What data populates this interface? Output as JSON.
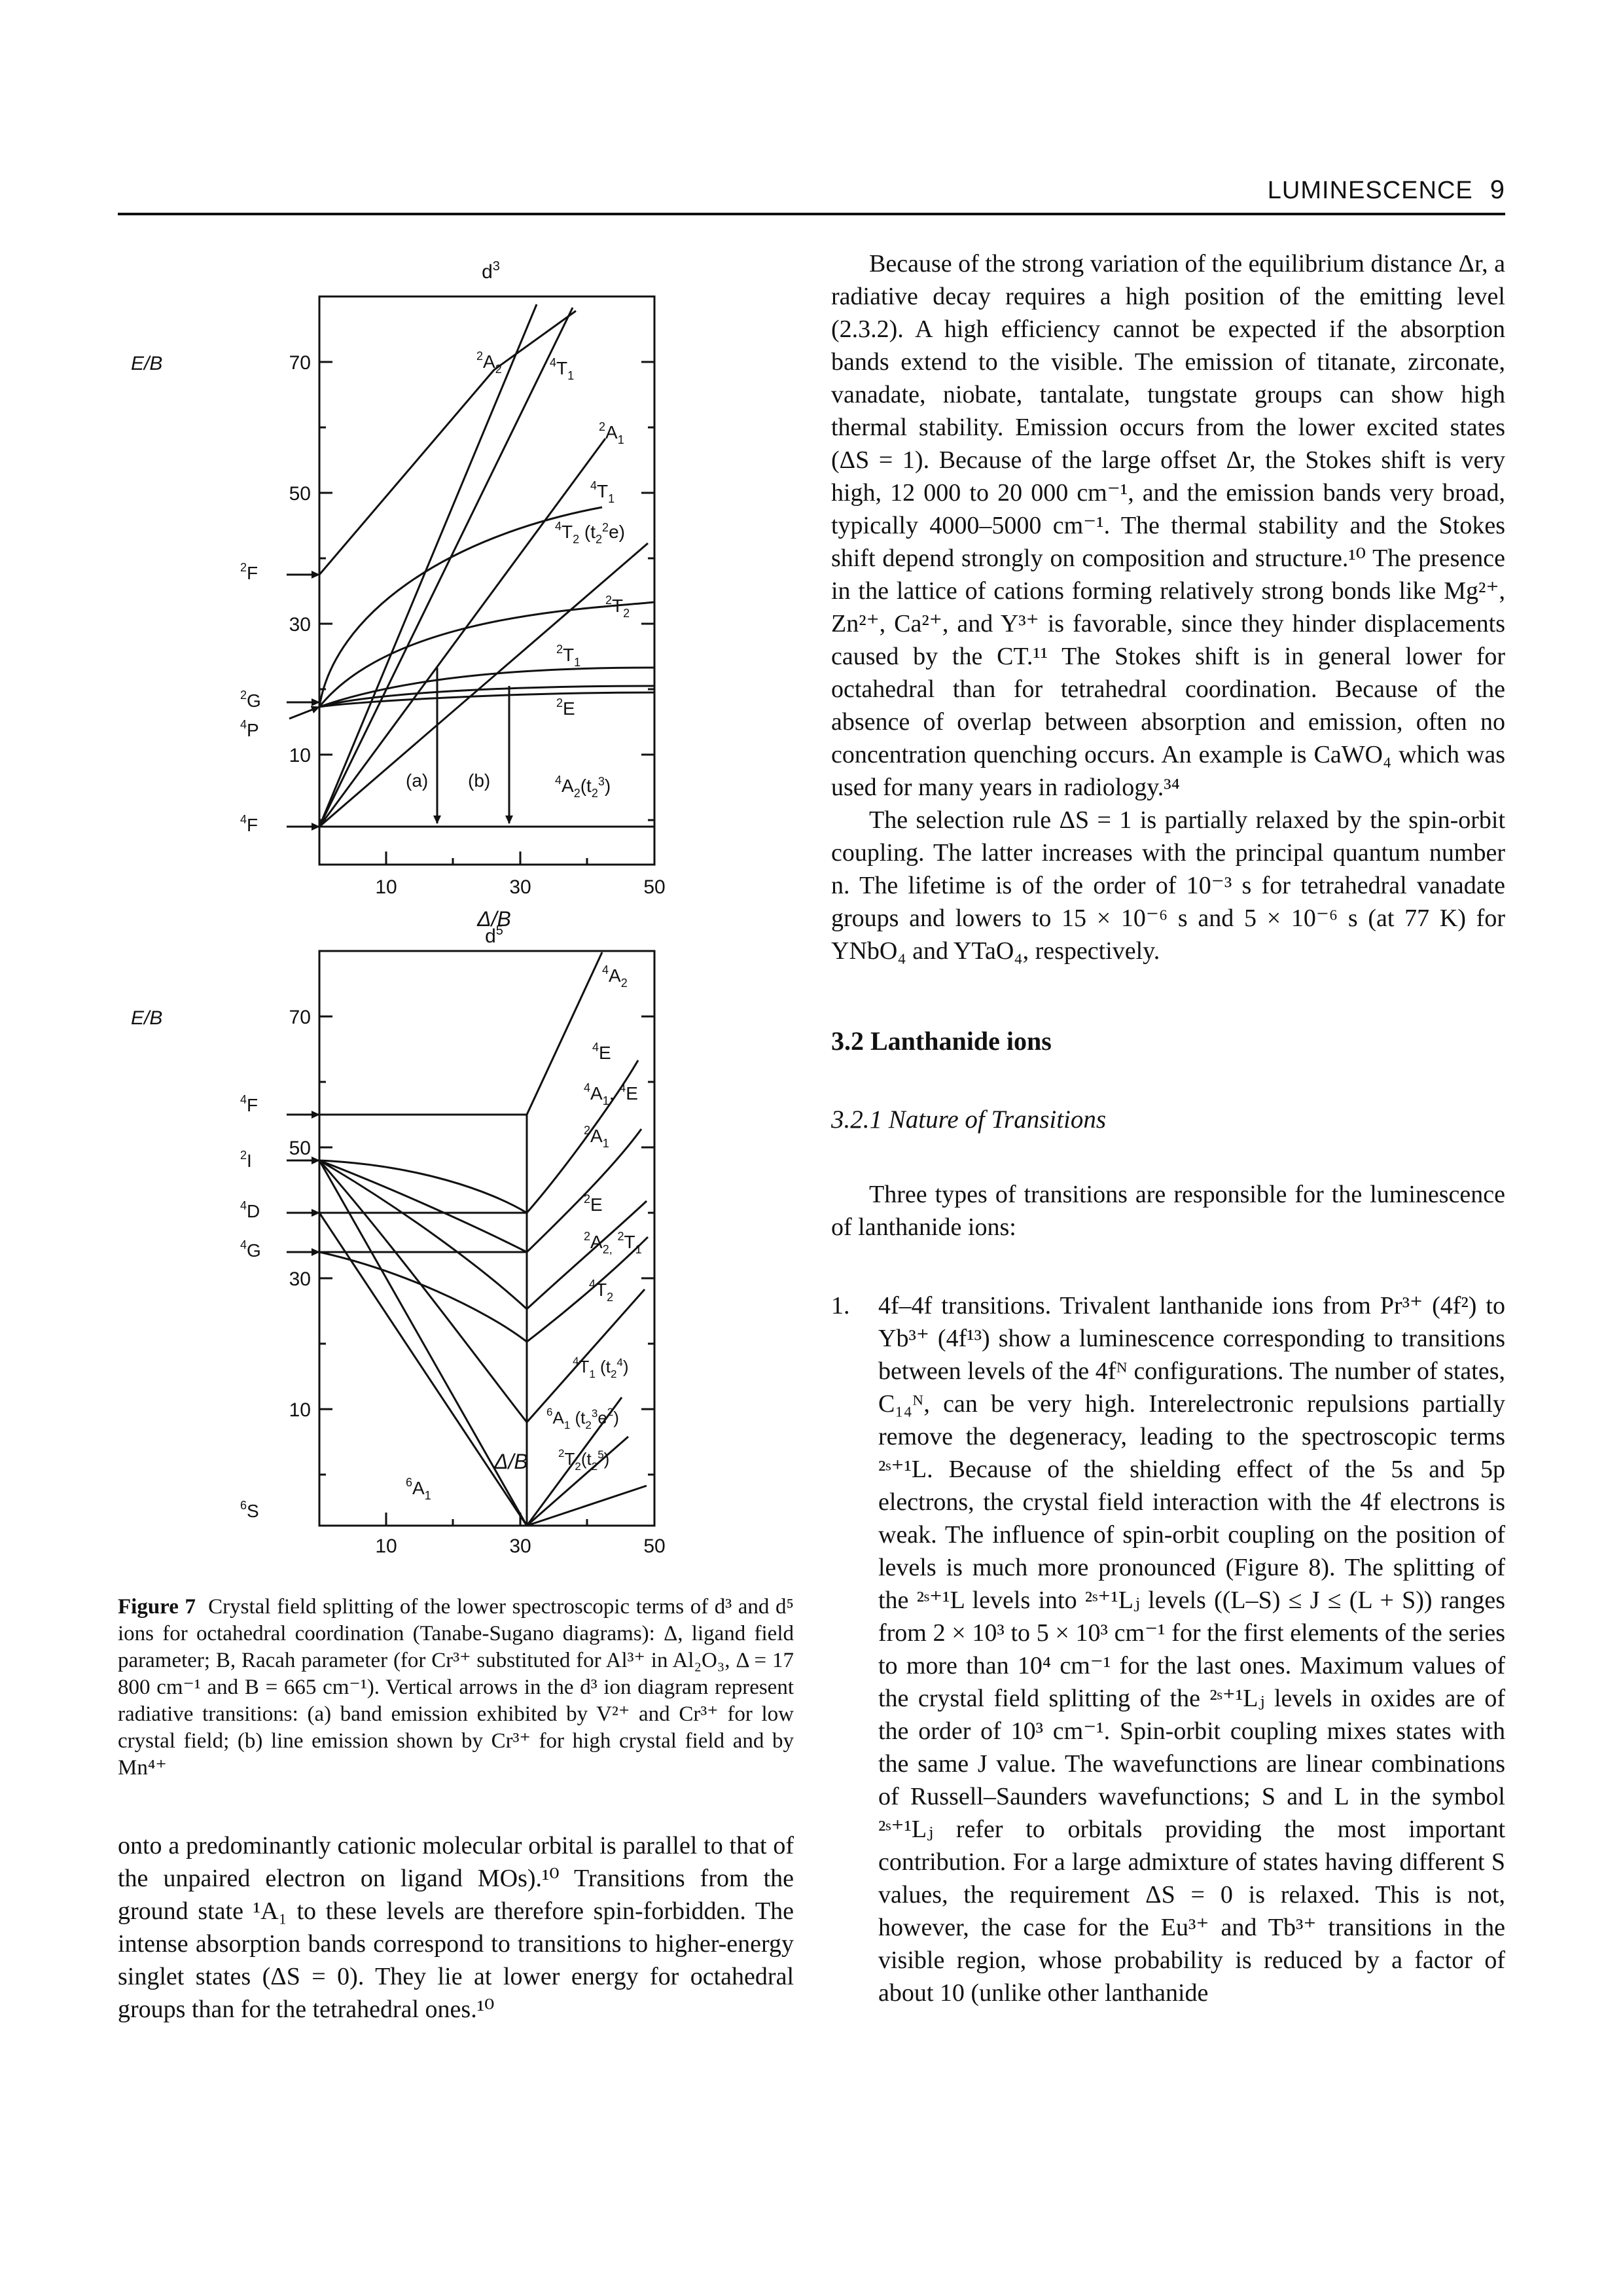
{
  "header": {
    "title": "LUMINESCENCE",
    "page_number": "9"
  },
  "figure": {
    "d3": {
      "title": "d3",
      "y_axis_label": "E/B",
      "x_axis_label": "Δ/B",
      "y_ticks": [
        "70",
        "50",
        "30",
        "10"
      ],
      "x_ticks": [
        "10",
        "30",
        "50"
      ],
      "free_ion_terms": [
        "2F",
        "2G",
        "4P",
        "4F"
      ],
      "curve_labels": [
        "2A2",
        "4T1",
        "2A1",
        "4T1",
        "4T2 (t22e)",
        "2T2",
        "2T1",
        "2E",
        "4A2(t23)"
      ],
      "arrow_labels": [
        "(a)",
        "(b)"
      ]
    },
    "d5": {
      "title": "d5",
      "y_axis_label": "E/B",
      "x_axis_label": "Δ/B",
      "y_ticks": [
        "70",
        "50",
        "30",
        "10"
      ],
      "x_ticks": [
        "10",
        "30",
        "50"
      ],
      "free_ion_terms": [
        "4F",
        "2I",
        "4D",
        "4G",
        "6S"
      ],
      "curve_labels": [
        "4A2",
        "4E",
        "4A1, 4E",
        "2A1",
        "2E",
        "2A2, 2T1",
        "4T2",
        "4T1 (t24)",
        "6A1 (t23e2)",
        "2T2(t25)",
        "6A1"
      ]
    }
  },
  "caption": {
    "label": "Figure 7",
    "text": "Crystal field splitting of the lower spectroscopic terms of d³ and d⁵ ions for octahedral coordination (Tanabe-Sugano diagrams): Δ, ligand field parameter; B, Racah parameter (for Cr³⁺ substituted for Al³⁺ in Al₂O₃, Δ = 17 800 cm⁻¹ and B = 665 cm⁻¹). Vertical arrows in the d³ ion diagram represent radiative transitions: (a) band emission exhibited by V²⁺ and Cr³⁺ for low crystal field; (b) line emission shown by Cr³⁺ for high crystal field and by Mn⁴⁺"
  },
  "left_column": {
    "paragraph": "onto a predominantly cationic molecular orbital is parallel to that of the unpaired electron on ligand MOs).¹⁰ Transitions from the ground state ¹A₁ to these levels are therefore spin-forbidden. The intense absorption bands correspond to transitions to higher-energy singlet states (ΔS = 0). They lie at lower energy for octahedral groups than for the tetrahedral ones.¹⁰"
  },
  "right_column": {
    "paragraph_1": "Because of the strong variation of the equilibrium distance Δr, a radiative decay requires a high position of the emitting level (2.3.2). A high efficiency cannot be expected if the absorption bands extend to the visible. The emission of titanate, zirconate, vanadate, niobate, tantalate, tungstate groups can show high thermal stability. Emission occurs from the lower excited states (ΔS = 1). Because of the large offset Δr, the Stokes shift is very high, 12 000 to 20 000 cm⁻¹, and the emission bands very broad, typically 4000–5000 cm⁻¹. The thermal stability and the Stokes shift depend strongly on composition and structure.¹⁰ The presence in the lattice of cations forming relatively strong bonds like Mg²⁺, Zn²⁺, Ca²⁺, and Y³⁺ is favorable, since they hinder displacements caused by the CT.¹¹ The Stokes shift is in general lower for octahedral than for tetrahedral coordination. Because of the absence of overlap between absorption and emission, often no concentration quenching occurs. An example is CaWO₄ which was used for many years in radiology.³⁴",
    "paragraph_2": "The selection rule ΔS = 1 is partially relaxed by the spin-orbit coupling. The latter increases with the principal quantum number n. The lifetime is of the order of 10⁻³ s for tetrahedral vanadate groups and lowers to 15 × 10⁻⁶ s and 5 × 10⁻⁶ s (at 77 K) for YNbO₄ and YTaO₄, respectively.",
    "section_heading": "3.2 Lanthanide ions",
    "subsection_heading": "3.2.1 Nature of Transitions",
    "paragraph_3": "Three types of transitions are responsible for the luminescence of lanthanide ions:",
    "list_item_1_number": "1.",
    "list_item_1": "4f–4f transitions. Trivalent lanthanide ions from Pr³⁺ (4f²) to Yb³⁺ (4f¹³) show a luminescence corresponding to transitions between levels of the 4fᴺ configurations. The number of states, C₁₄ᴺ, can be very high. Interelectronic repulsions partially remove the degeneracy, leading to the spectroscopic terms ²ˢ⁺¹L. Because of the shielding effect of the 5s and 5p electrons, the crystal field interaction with the 4f electrons is weak. The influence of spin-orbit coupling on the position of levels is much more pronounced (Figure 8). The splitting of the ²ˢ⁺¹L levels into ²ˢ⁺¹Lⱼ levels ((L–S) ≤ J ≤ (L + S)) ranges from 2 × 10³ to 5 × 10³ cm⁻¹ for the first elements of the series to more than 10⁴ cm⁻¹ for the last ones. Maximum values of the crystal field splitting of the ²ˢ⁺¹Lⱼ levels in oxides are of the order of 10³ cm⁻¹. Spin-orbit coupling mixes states with the same J value. The wavefunctions are linear combinations of Russell–Saunders wavefunctions; S and L in the symbol ²ˢ⁺¹Lⱼ refer to orbitals providing the most important contribution. For a large admixture of states having different S values, the requirement ΔS = 0 is relaxed. This is not, however, the case for the Eu³⁺ and Tb³⁺ transitions in the visible region, whose probability is reduced by a factor of about 10 (unlike other lanthanide"
  }
}
